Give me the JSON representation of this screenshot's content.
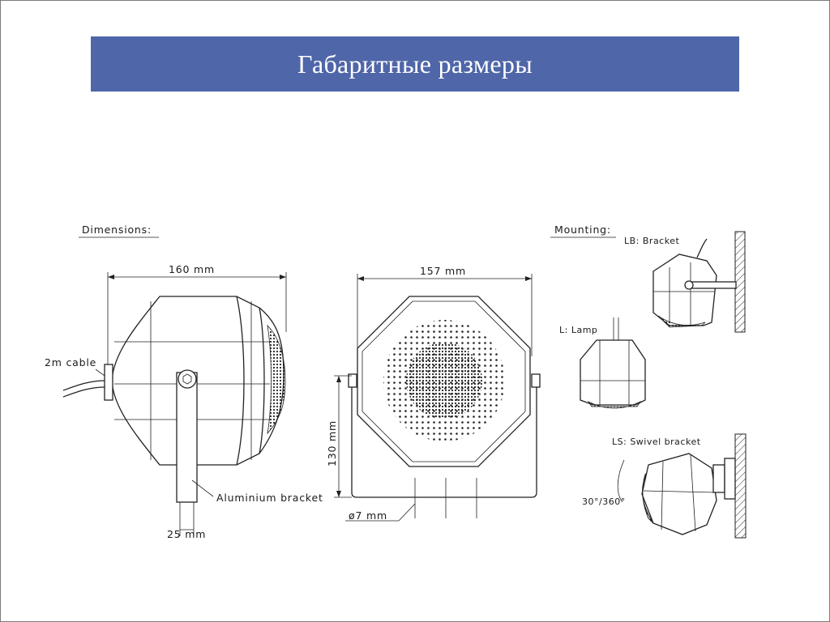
{
  "slide": {
    "title": "Габаритные размеры",
    "accent_color": "#4f66a8"
  },
  "drawing": {
    "dimensions_heading": "Dimensions:",
    "mounting_heading": "Mounting:",
    "side_view": {
      "width_label": "160 mm",
      "cable_label": "2m cable",
      "bracket_label": "Aluminium bracket",
      "bracket_width_label": "25 mm"
    },
    "front_view": {
      "width_label": "157 mm",
      "height_label": "130 mm",
      "hole_label": "ø7 mm"
    },
    "mounting": {
      "lb_label": "LB: Bracket",
      "l_label": "L: Lamp",
      "ls_label": "LS: Swivel bracket",
      "angle_label": "30°/360°"
    }
  }
}
